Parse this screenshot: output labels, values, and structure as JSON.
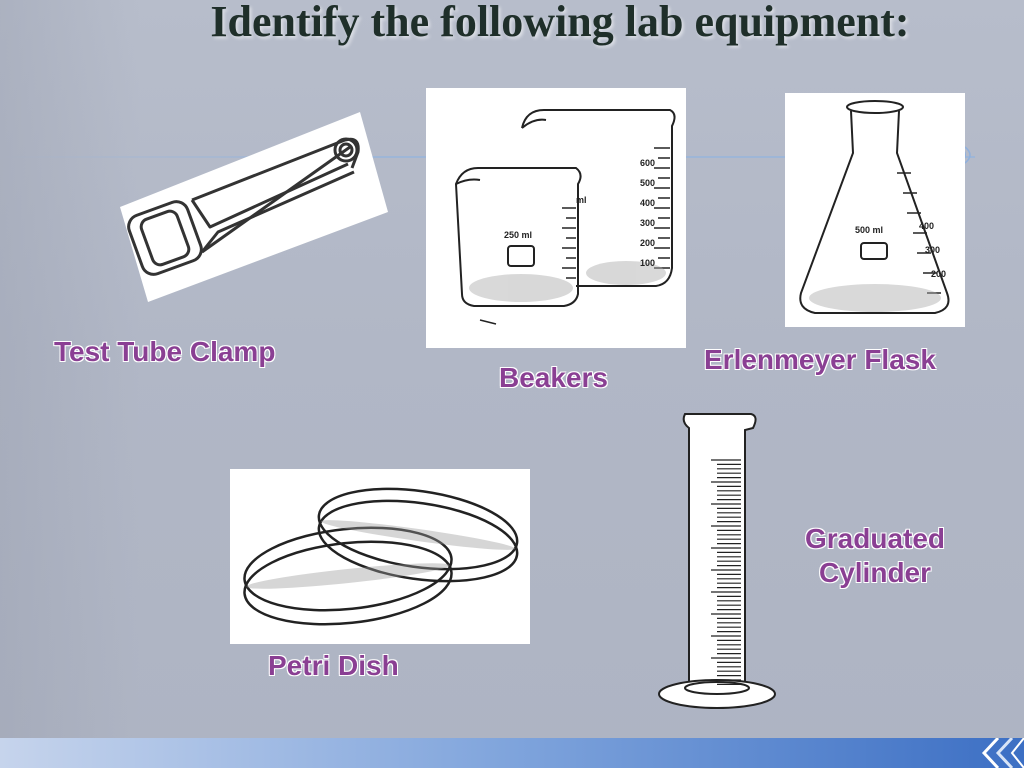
{
  "slide": {
    "title": "Identify the following lab equipment:"
  },
  "items": {
    "test_tube_clamp": {
      "label": "Test Tube Clamp",
      "icon": "test-tube-clamp-drawing"
    },
    "beakers": {
      "label": "Beakers",
      "icon": "beakers-drawing",
      "marking_small": "250 ml",
      "marking_large": "ml",
      "scale_marks": [
        "600",
        "500",
        "400",
        "300",
        "200",
        "100"
      ]
    },
    "erlenmeyer_flask": {
      "label": "Erlenmeyer Flask",
      "icon": "erlenmeyer-flask-drawing",
      "marking": "500 ml",
      "scale_marks": [
        "400",
        "300",
        "200"
      ]
    },
    "graduated_cylinder": {
      "label_line1": "Graduated",
      "label_line2": "Cylinder",
      "icon": "graduated-cylinder-drawing"
    },
    "petri_dish": {
      "label": "Petri Dish",
      "icon": "petri-dish-drawing"
    }
  },
  "colors": {
    "label": "#8a3f93",
    "title": "#1f2f2a",
    "background": "#b3b9c8",
    "bottom_bar": "#3c6fc4"
  }
}
